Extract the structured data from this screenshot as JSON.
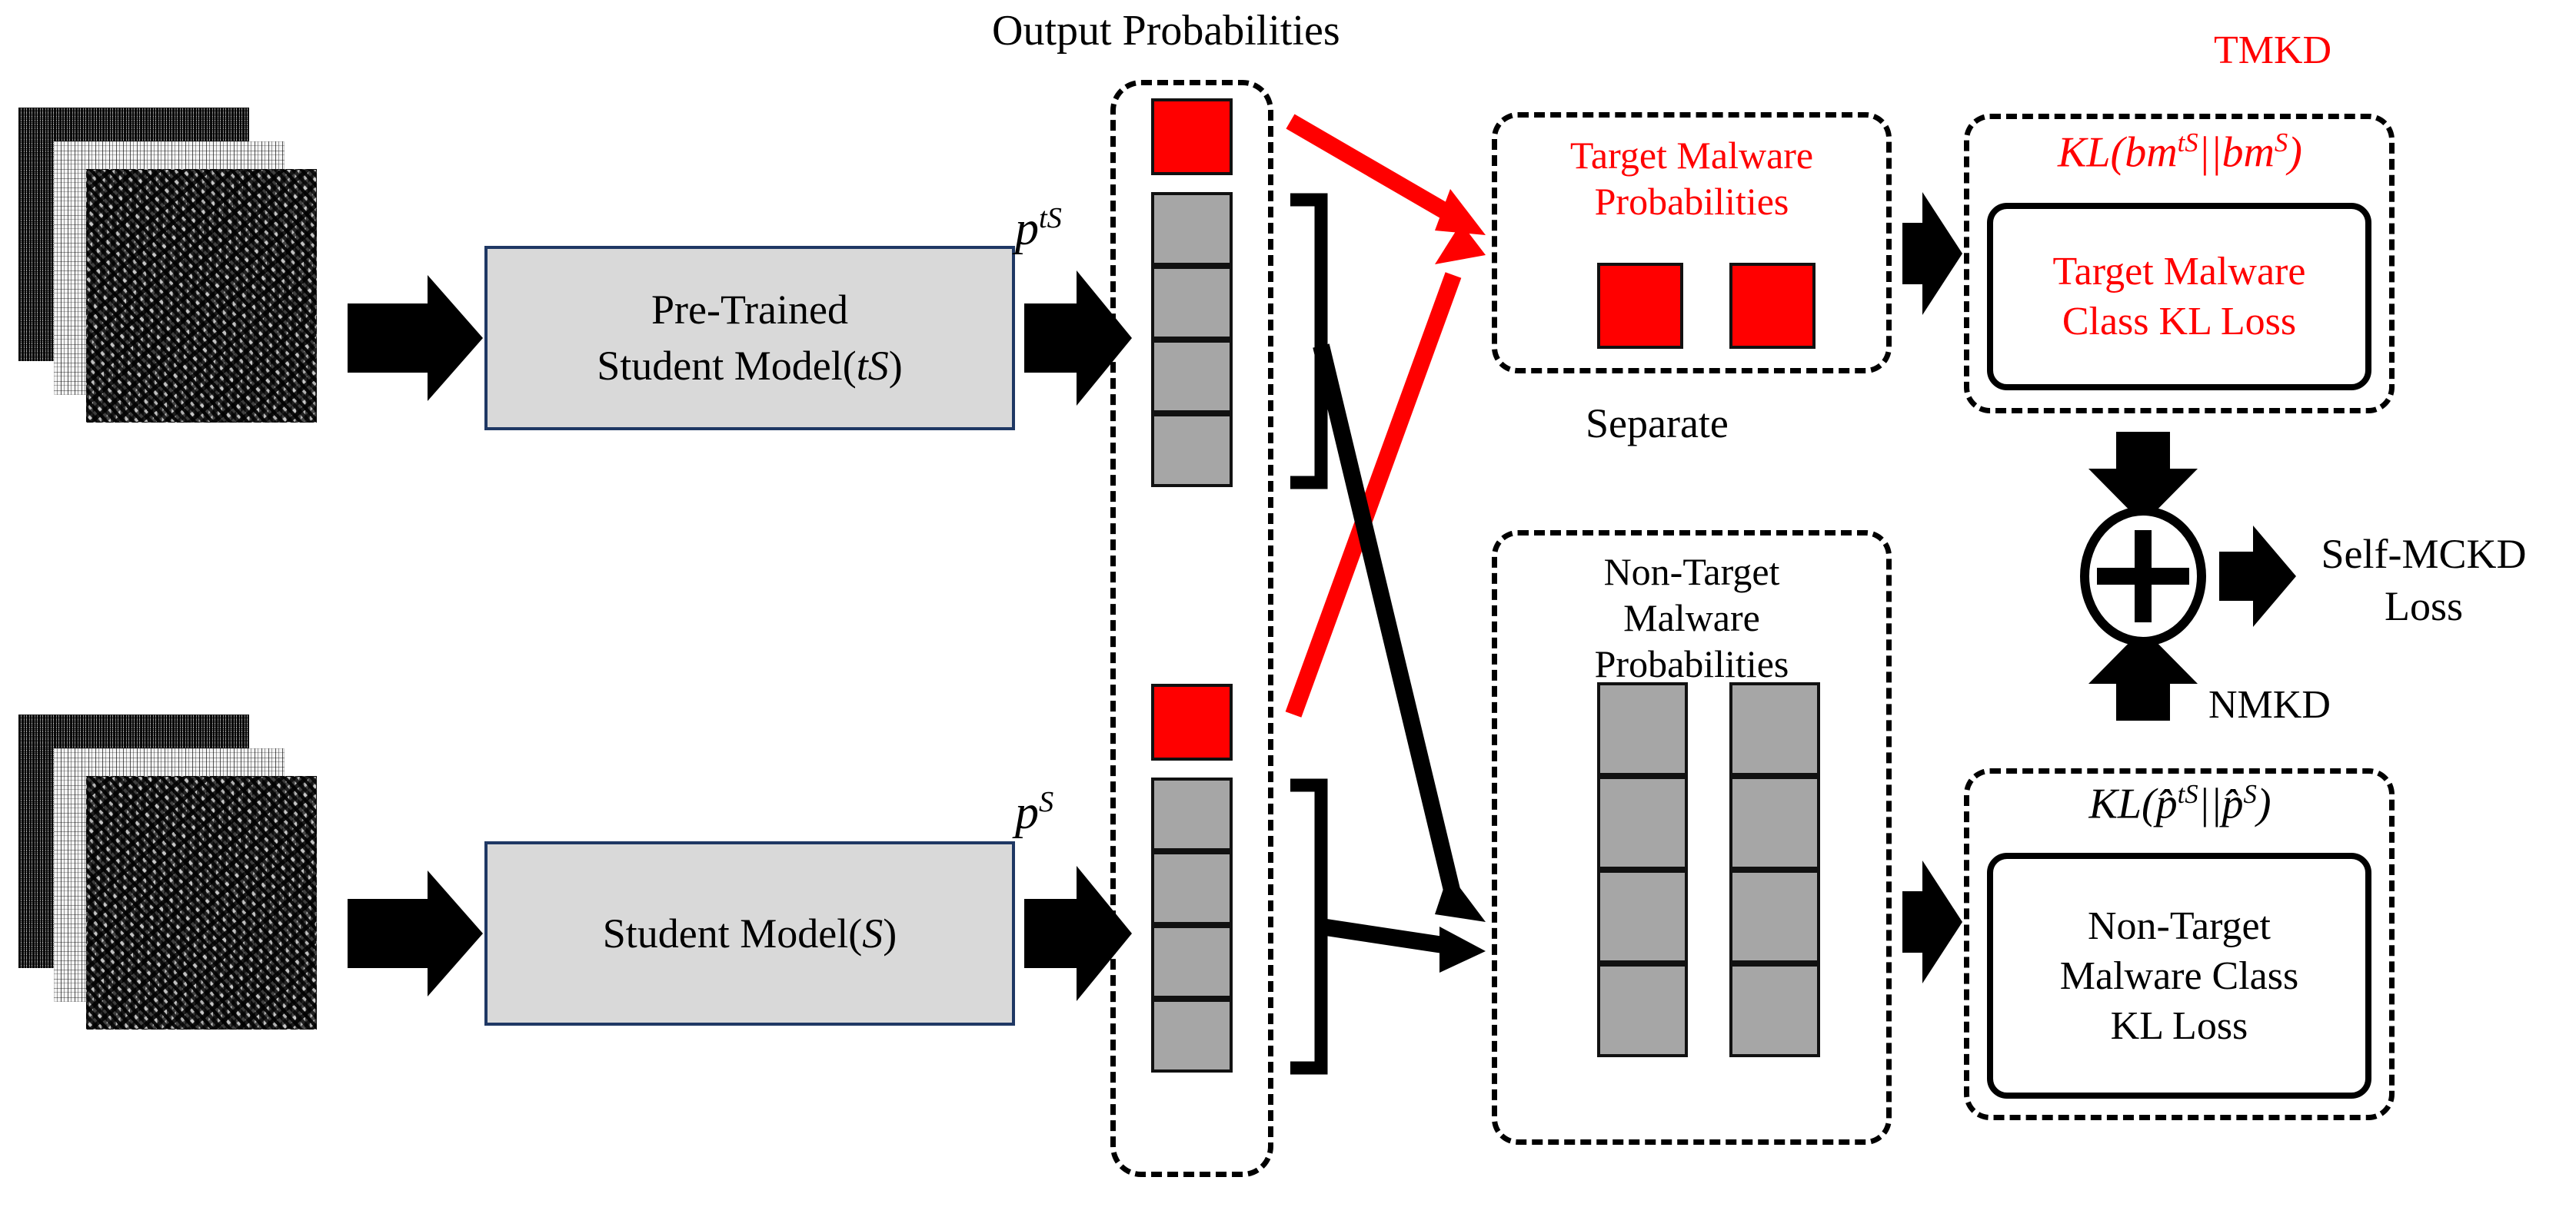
{
  "diagram": {
    "title_label": "Output Probabilities",
    "separate_label": "Separate"
  },
  "inputs": [
    {
      "name": "pre-trained-student-input-images",
      "count": 3
    },
    {
      "name": "student-input-images",
      "count": 3
    }
  ],
  "models": [
    {
      "id": "pre-trained-student-model",
      "line1": "Pre-Trained",
      "line2_prefix": "Student Model(",
      "line2_italic": "tS",
      "line2_suffix": ")",
      "output_symbol_base": "p",
      "output_symbol_sup": "tS",
      "border_color": "#1f3864",
      "fill_color": "#d9d9d9"
    },
    {
      "id": "student-model",
      "line1": "",
      "line2_prefix": "Student Model(",
      "line2_italic": "S",
      "line2_suffix": ")",
      "output_symbol_base": "p",
      "output_symbol_sup": "S",
      "border_color": "#1f3864",
      "fill_color": "#d9d9d9"
    }
  ],
  "output_probabilities": {
    "label": "Output Probabilities",
    "columns": [
      {
        "id": "p-tS-column",
        "target_cells": [
          {
            "color": "#ff0000",
            "kind": "target"
          }
        ],
        "non_target_cells": [
          {
            "color": "#a6a6a6",
            "kind": "non-target"
          },
          {
            "color": "#a6a6a6",
            "kind": "non-target"
          },
          {
            "color": "#a6a6a6",
            "kind": "non-target"
          },
          {
            "color": "#a6a6a6",
            "kind": "non-target"
          }
        ]
      },
      {
        "id": "p-S-column",
        "target_cells": [
          {
            "color": "#ff0000",
            "kind": "target"
          }
        ],
        "non_target_cells": [
          {
            "color": "#a6a6a6",
            "kind": "non-target"
          },
          {
            "color": "#a6a6a6",
            "kind": "non-target"
          },
          {
            "color": "#a6a6a6",
            "kind": "non-target"
          },
          {
            "color": "#a6a6a6",
            "kind": "non-target"
          }
        ]
      }
    ]
  },
  "target_group": {
    "title_line1": "Target Malware",
    "title_line2": "Probabilities",
    "title_color": "#ff0000",
    "cells": [
      {
        "color": "#ff0000"
      },
      {
        "color": "#ff0000"
      }
    ]
  },
  "non_target_group": {
    "title_line1": "Non-Target",
    "title_line2": "Malware",
    "title_line3": "Probabilities",
    "title_color": "#000000",
    "columns": [
      {
        "cells": [
          "#a6a6a6",
          "#a6a6a6",
          "#a6a6a6",
          "#a6a6a6"
        ]
      },
      {
        "cells": [
          "#a6a6a6",
          "#a6a6a6",
          "#a6a6a6",
          "#a6a6a6"
        ]
      }
    ]
  },
  "tmkd": {
    "tag": "TMKD",
    "tag_color": "#ff0000",
    "formula": {
      "kl": "KL(",
      "p1_base": "bm",
      "p1_sup": "tS",
      "sep": "||",
      "p2_base": "bm",
      "p2_sup": "S",
      "close": ")"
    },
    "formula_color": "#ff0000",
    "loss_line1": "Target Malware",
    "loss_line2": "Class KL Loss",
    "loss_color": "#ff0000"
  },
  "nmkd": {
    "tag": "NMKD",
    "tag_color": "#000000",
    "formula": {
      "kl": "KL(",
      "p1_base": "p̂",
      "p1_sup": "tS",
      "sep": "||",
      "p2_base": "p̂",
      "p2_sup": "S",
      "close": ")"
    },
    "formula_color": "#000000",
    "loss_line1": "Non-Target",
    "loss_line2": "Malware Class",
    "loss_line3": "KL Loss",
    "loss_color": "#000000"
  },
  "combine": {
    "operator": "+",
    "result_line1": "Self-MCKD",
    "result_line2": "Loss"
  },
  "colors": {
    "target": "#ff0000",
    "non_target": "#a6a6a6",
    "model_border": "#1f3864",
    "model_fill": "#d9d9d9",
    "stroke": "#000000"
  }
}
